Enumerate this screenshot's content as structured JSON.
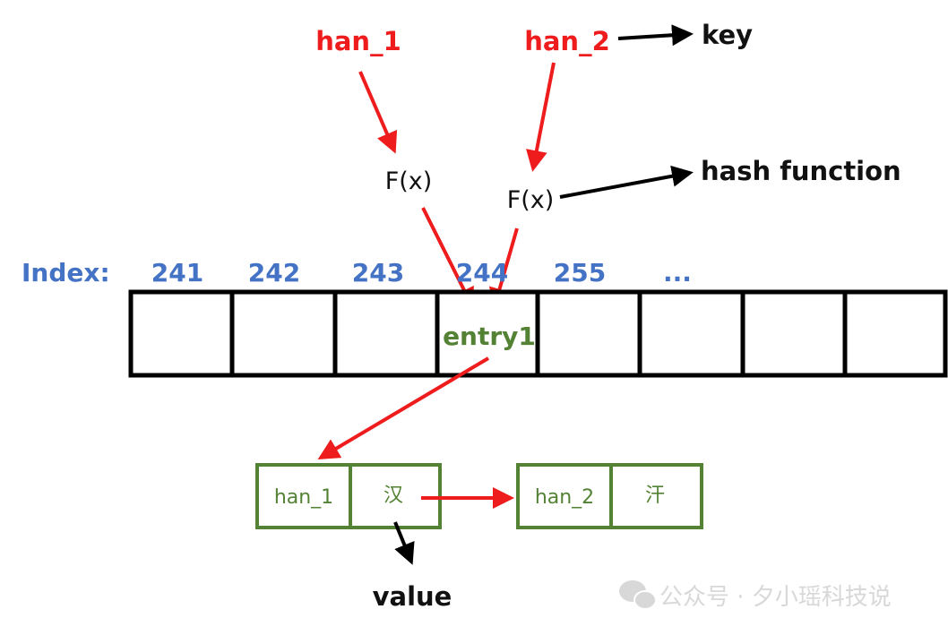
{
  "keys": {
    "key1": "han_1",
    "key2": "han_2"
  },
  "annotations": {
    "key_label": "key",
    "hash_function_label": "hash function",
    "value_label": "value"
  },
  "hash_function": {
    "text": "F(x)"
  },
  "index": {
    "label": "Index:",
    "values": [
      "241",
      "242",
      "243",
      "244",
      "255",
      "..."
    ]
  },
  "bucket_entry": "entry1",
  "chain": [
    {
      "key": "han_1",
      "value": "汉"
    },
    {
      "key": "han_2",
      "value": "汗"
    }
  ],
  "watermark": "公众号 · 夕小瑶科技说",
  "colors": {
    "key": "#ee1c1c",
    "arrow_red": "#ee1c1c",
    "index": "#4472c4",
    "entry": "#548235",
    "cell_border": "#000000",
    "node_border": "#548235"
  }
}
